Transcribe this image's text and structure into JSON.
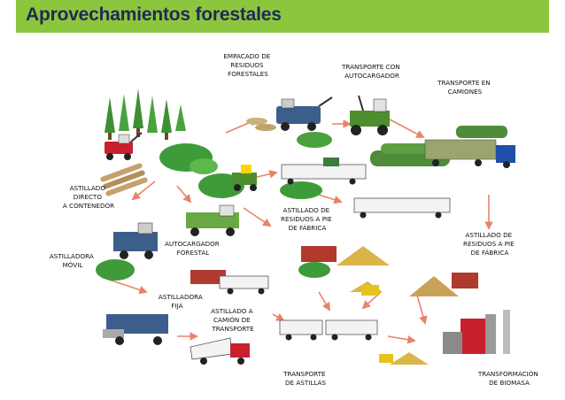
{
  "header": {
    "title": "Aprovechamientos forestales"
  },
  "labels": {
    "empacado": [
      "EMPACADO DE",
      "RESIDUOS",
      "FORESTALES"
    ],
    "transporte_autocargador": [
      "TRANSPORTE CON",
      "AUTOCARGADOR"
    ],
    "transporte_camiones": [
      "TRANSPORTE EN",
      "CAMIONES"
    ],
    "astillado_directo": [
      "ASTILLADO",
      "DIRECTO",
      "A CONTENEDOR"
    ],
    "astillado_residuos_fabrica_1": [
      "ASTILLADO DE",
      "RESIDUOS A PIE",
      "DE FÁBRICA"
    ],
    "astillado_residuos_fabrica_2": [
      "ASTILLADO DE",
      "RESIDUOS A PIE",
      "DE FÁBRICA"
    ],
    "astilladora_movil": [
      "ASTILLADORA",
      "MÓVIL"
    ],
    "autocargador_forestal": [
      "AUTOCARGADOR",
      "FORESTAL"
    ],
    "astilladora_fija": [
      "ASTILLADORA",
      "FIJA"
    ],
    "astillado_camion": [
      "ASTILLADO A",
      "CAMIÓN DE",
      "TRANSPORTE"
    ],
    "transporte_astillas": [
      "TRANSPORTE",
      "DE ASTILLAS"
    ],
    "transformacion_biomasa": [
      "TRANSFORMACIÓN",
      "DE BIOMASA"
    ]
  },
  "colors": {
    "header": "#8cc63e",
    "title": "#1f2a55",
    "arrow": "#e8836a",
    "foliage": "#3f9b3a",
    "chips": "#d9b54a"
  }
}
